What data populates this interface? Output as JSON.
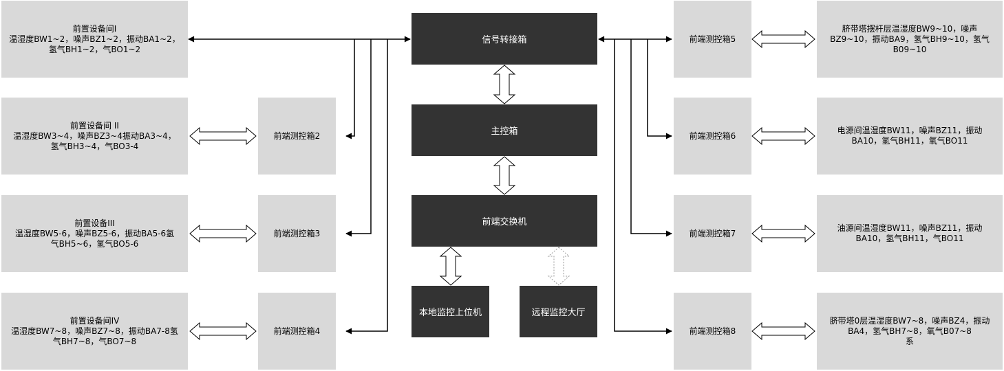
{
  "left_rooms": [
    {
      "title": "前置设备间I",
      "lines": [
        "温湿度BW1~2，噪声BZ1~2，振动BA1~2，",
        "氢气BH1~2，气BO1~2"
      ]
    },
    {
      "title": "前置设备间 II",
      "lines": [
        "温湿度BW3~4，噪声BZ3~4振动BA3~4，",
        "氢气BH3~4，气BO3-4"
      ]
    },
    {
      "title": "前置设备III",
      "lines": [
        "温湿度BW5-6，噪声BZ5-6，振动BA5-6氢",
        "气BH5~6，氢气BO5-6"
      ]
    },
    {
      "title": "前置设备间IV",
      "lines": [
        "温湿度BW7~8，噪声BZ7~8，振动BA7-8氢",
        "气BH7~8，气BO7~8"
      ]
    }
  ],
  "left_boxes": [
    "前端测控箱2",
    "前端测控箱3",
    "前端测控箱4"
  ],
  "center": {
    "signal_box": "信号转接箱",
    "main_box": "主控箱",
    "switch": "前端交换机",
    "local_pc": "本地监控上位机",
    "remote_hall": "远程监控大厅"
  },
  "right_boxes": [
    "前端测控箱5",
    "前端测控箱6",
    "前端测控箱7",
    "前端测控箱8"
  ],
  "right_rooms": [
    {
      "lines": [
        "脐带塔摆杆层温湿度BW9~10，噪声",
        "BZ9~10，振动BA9，氢气BH9~10，氢气",
        "B09~10"
      ]
    },
    {
      "lines": [
        "电源间温湿度BW11，噪声BZ11，振动",
        "BA10，氢气BH11，氧气BO11"
      ]
    },
    {
      "lines": [
        "油源间温湿度BW11，噪声BZ11，振动",
        "BA10，氢气BH11，气BO11"
      ]
    },
    {
      "lines": [
        "脐带塔0层温湿度BW7~8，噪声BZ4，振动",
        "BA4，氢气BH7~8，氧气B07~8",
        "系"
      ]
    }
  ],
  "colors": {
    "light_box": "#d9d9d9",
    "dark_box": "#333333",
    "line": "#000000"
  }
}
